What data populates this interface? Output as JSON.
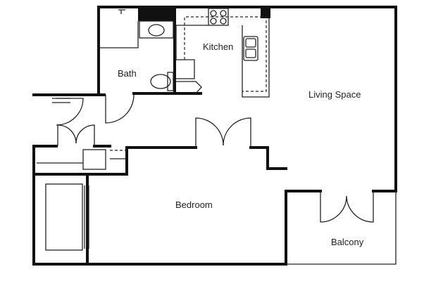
{
  "rooms": {
    "kitchen": "Kitchen",
    "bath": "Bath",
    "living": "Living Space",
    "bedroom": "Bedroom",
    "balcony": "Balcony"
  },
  "colors": {
    "wall": "#111111",
    "thin_line": "#222222",
    "background": "#ffffff"
  }
}
